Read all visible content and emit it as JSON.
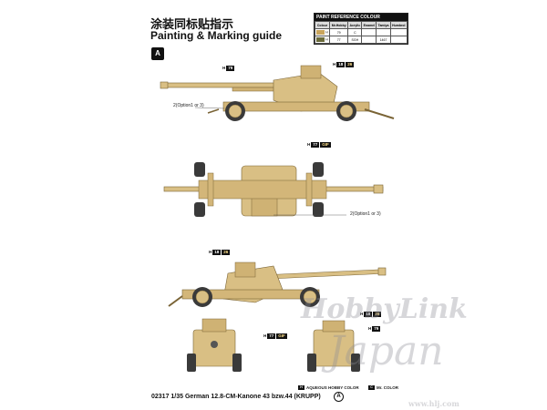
{
  "header": {
    "title_cn": "涂装同标贴指示",
    "title_en": "Painting & Marking guide",
    "badge": "A"
  },
  "reference": {
    "heading": "PAINT REFERENCE COLOUR",
    "columns": [
      "Colour",
      "Mr.Hobby",
      "Acrylic",
      "Enamel",
      "Tamiya",
      "Humbrol"
    ],
    "rows": [
      {
        "swatch": "#c8a45c",
        "cells": [
          "H",
          "79",
          "C",
          "",
          "",
          ""
        ]
      },
      {
        "swatch": "#6b6b3a",
        "cells": [
          "H",
          "77",
          "SGH",
          "",
          "1467",
          ""
        ]
      }
    ]
  },
  "views": {
    "side_top": {
      "option_label": "2(Option1 or 3)",
      "tags": [
        {
          "h": "H",
          "n": "79",
          "n2": ""
        },
        {
          "h": "H",
          "n": "18",
          "n2": "26"
        }
      ]
    },
    "plan": {
      "option_label": "2(Option1 or 3)",
      "tags": [
        {
          "h": "H",
          "n": "77",
          "n2": "GIF"
        }
      ]
    },
    "side_bottom": {
      "tags": [
        {
          "h": "H",
          "n": "18",
          "n2": "26"
        }
      ]
    },
    "front": {
      "tags": [
        {
          "h": "H",
          "n": "77",
          "n2": "GIF"
        }
      ]
    },
    "rear": {
      "tags": [
        {
          "h": "H",
          "n": "18",
          "n2": "26"
        },
        {
          "h": "H",
          "n": "79",
          "n2": ""
        }
      ]
    }
  },
  "legend": {
    "aqueous": "AQUEOUS HOBBY COLOR",
    "aqueous_box": "H",
    "mr": "Mr. COLOR",
    "mr_box": "C"
  },
  "footer": {
    "text": "02317 1/35 German 12.8-CM-Kanone 43 bzw.44 (KRUPP)",
    "badge": "A"
  },
  "watermark": {
    "line1": "HobbyLink",
    "line2": "Japan",
    "url": "www.hlj.com"
  },
  "colors": {
    "sand": "#d9bf84",
    "sand_dark": "#a88a4e",
    "tyre": "#3a3a3a",
    "ink": "#111111"
  }
}
